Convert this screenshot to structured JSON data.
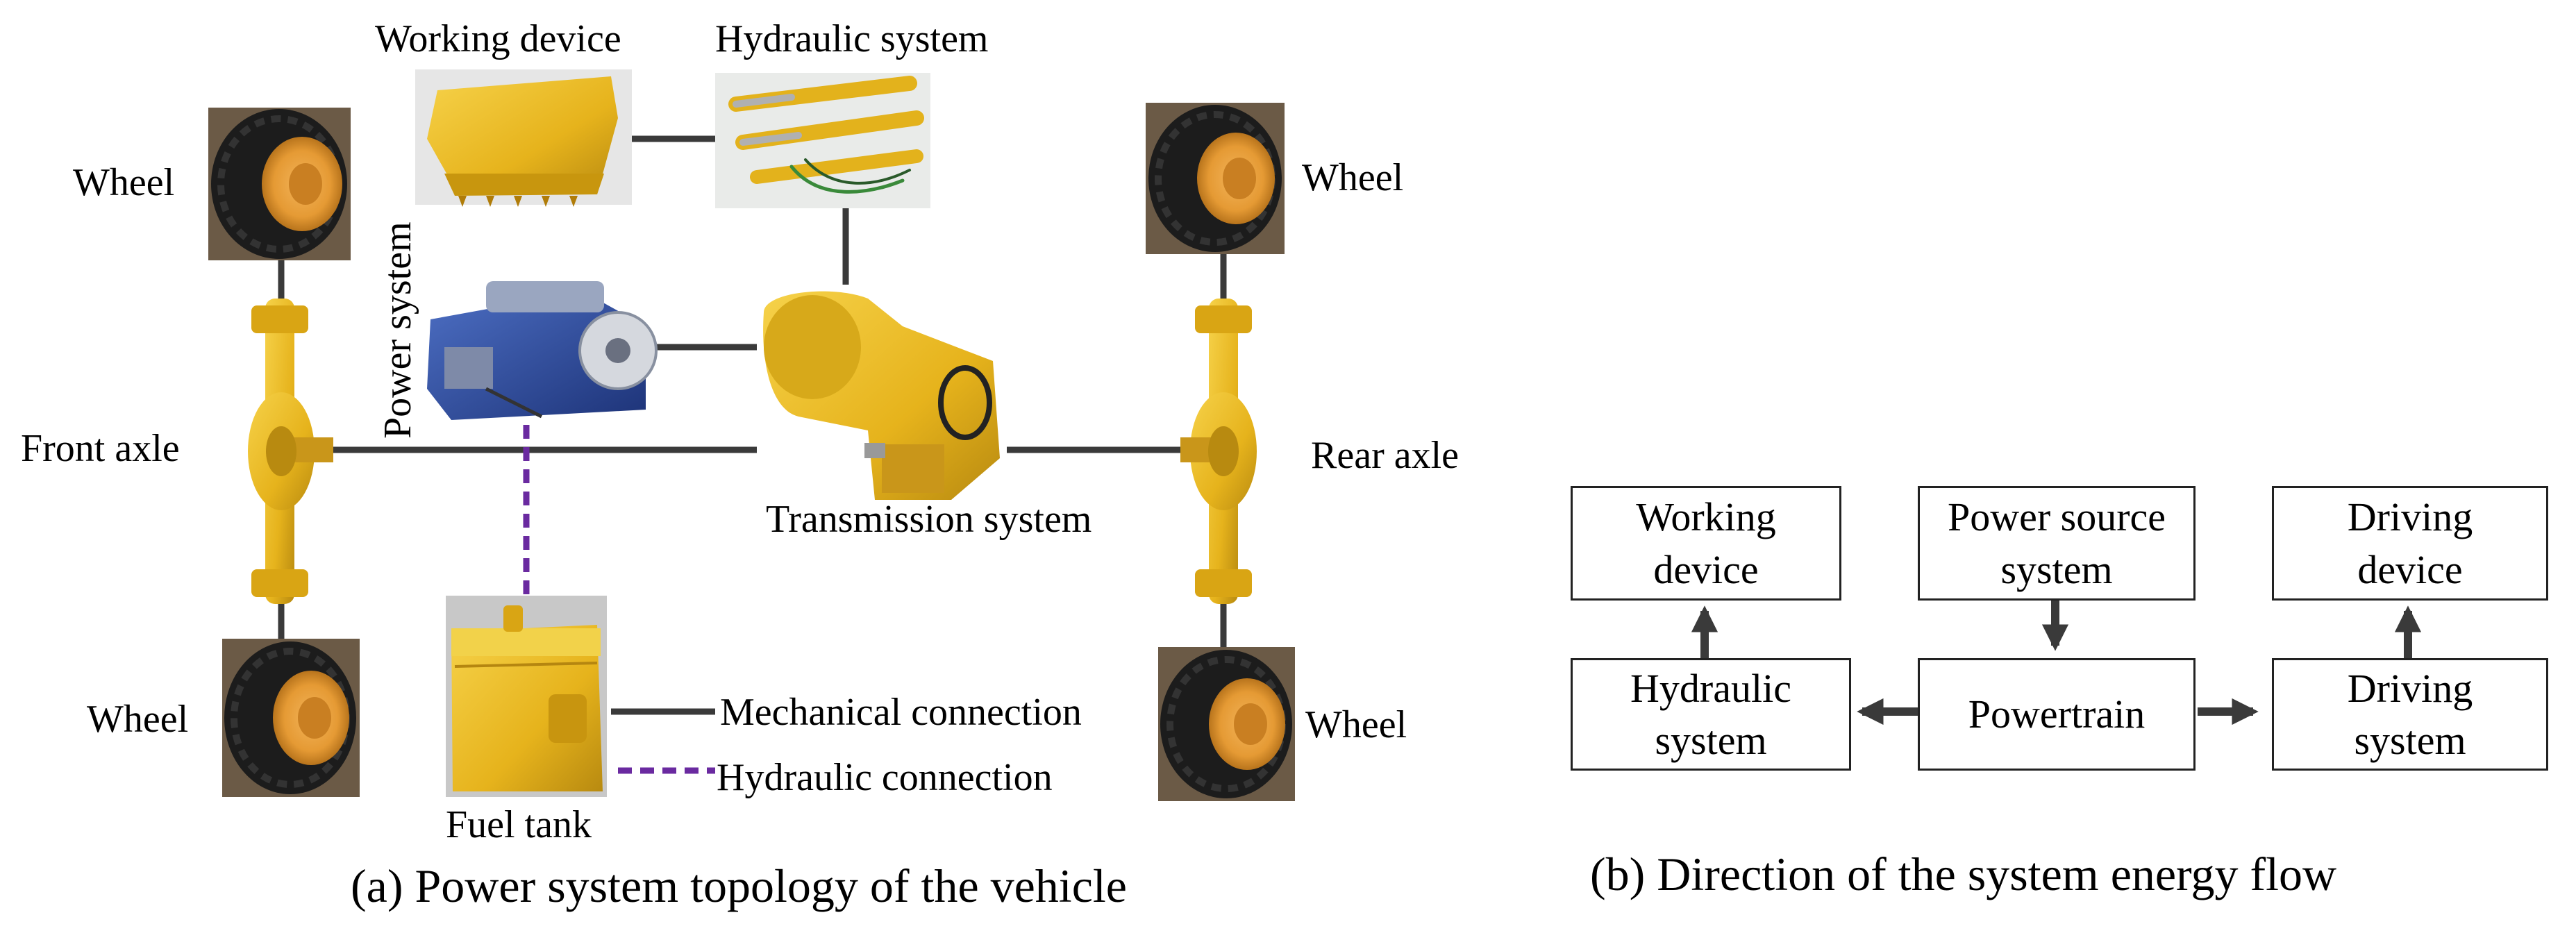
{
  "topology": {
    "labels": {
      "working_device": "Working device",
      "hydraulic_system": "Hydraulic system",
      "wheel_front_top": "Wheel",
      "wheel_rear_top": "Wheel",
      "wheel_front_bottom": "Wheel",
      "wheel_rear_bottom": "Wheel",
      "power_system": "Power system",
      "front_axle": "Front axle",
      "rear_axle": "Rear axle",
      "transmission_system": "Transmission system",
      "fuel_tank": "Fuel tank"
    },
    "legend": {
      "mechanical": "Mechanical connection",
      "hydraulic": "Hydraulic connection"
    },
    "caption": "(a) Power system topology of the vehicle",
    "colors": {
      "mechanical_line": "#3a3a3a",
      "hydraulic_line": "#6a2aa0",
      "component_yellow": "#e8b820",
      "engine_blue": "#2a4a9a",
      "tire": "#1e1e1e"
    }
  },
  "energy_flow": {
    "boxes": {
      "working_device": "Working device",
      "power_source": "Power source system",
      "driving_device": "Driving device",
      "hydraulic_system": "Hydraulic system",
      "powertrain": "Powertrain",
      "driving_system": "Driving system"
    },
    "caption": "(b) Direction of the system energy flow"
  }
}
